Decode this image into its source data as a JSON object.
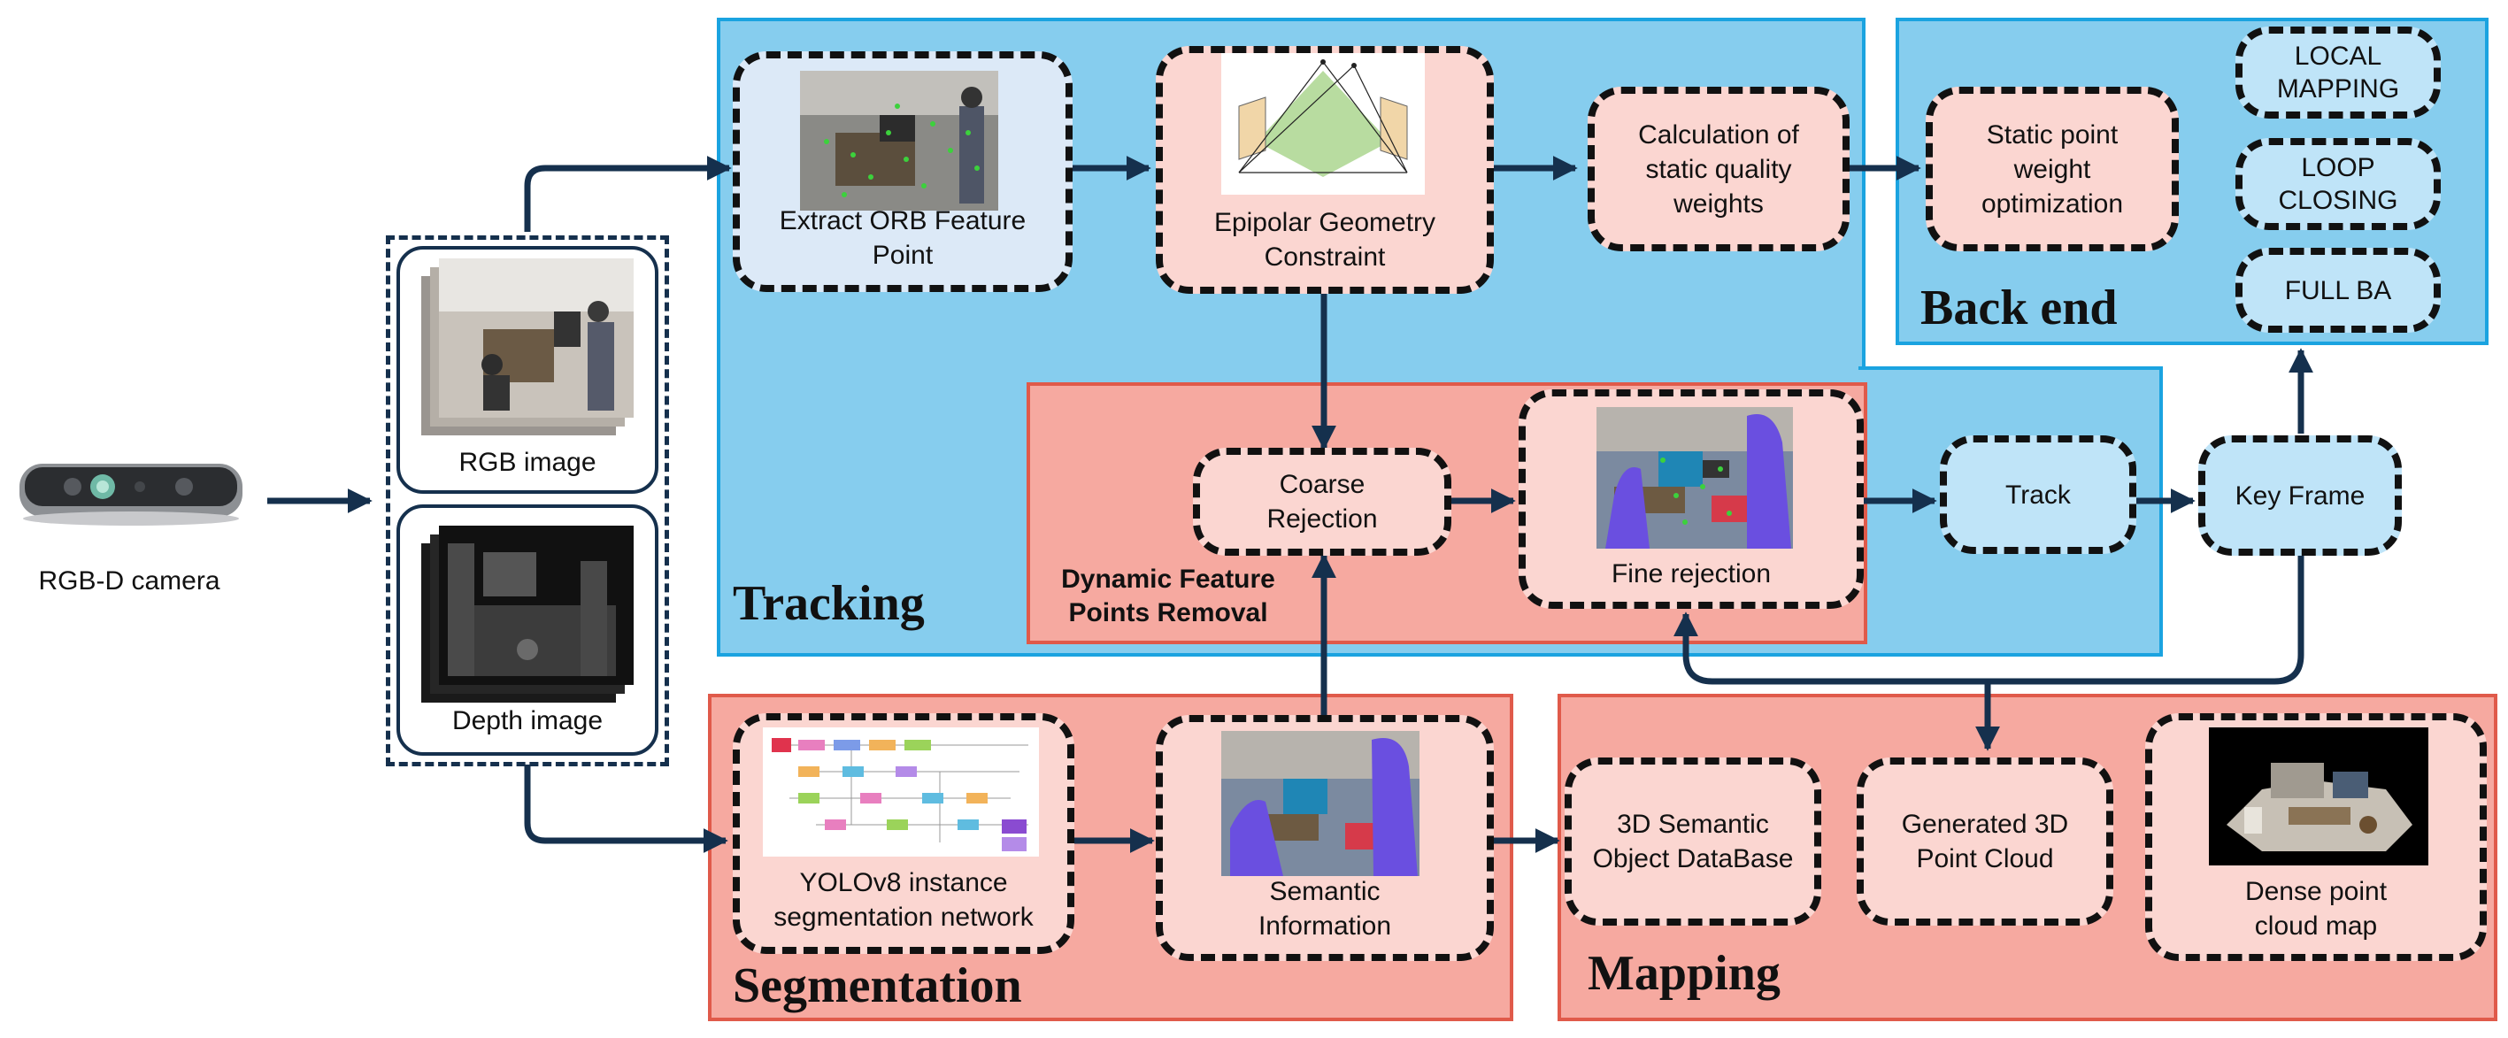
{
  "camera": {
    "label": "RGB-D camera"
  },
  "inputs": {
    "rgb_label": "RGB image",
    "depth_label": "Depth image"
  },
  "panels": {
    "tracking": "Tracking",
    "back_end": "Back end",
    "segmentation": "Segmentation",
    "mapping": "Mapping",
    "dynamic_removal": "Dynamic Feature\nPoints Removal"
  },
  "nodes": {
    "orb": "Extract ORB Feature\nPoint",
    "epipolar": "Epipolar Geometry\nConstraint",
    "static_weights": "Calculation of\nstatic quality\nweights",
    "static_opt": "Static point\nweight\noptimization",
    "local_mapping": "LOCAL\nMAPPING",
    "loop_closing": "LOOP\nCLOSING",
    "full_ba": "FULL BA",
    "coarse": "Coarse\nRejection",
    "fine": "Fine rejection",
    "track": "Track",
    "key_frame": "Key Frame",
    "yolo": "YOLOv8 instance\nsegmentation network",
    "semantic": "Semantic\nInformation",
    "db": "3D Semantic\nObject DataBase",
    "point_cloud": "Generated 3D\nPoint Cloud",
    "dense_map": "Dense point\ncloud map"
  },
  "colors": {
    "panel_blue": "#86cdee",
    "panel_red": "#f6a9a0",
    "node_pink": "#fbd6d1",
    "node_light_blue": "#bfe4f8",
    "arrow": "#15304d"
  }
}
